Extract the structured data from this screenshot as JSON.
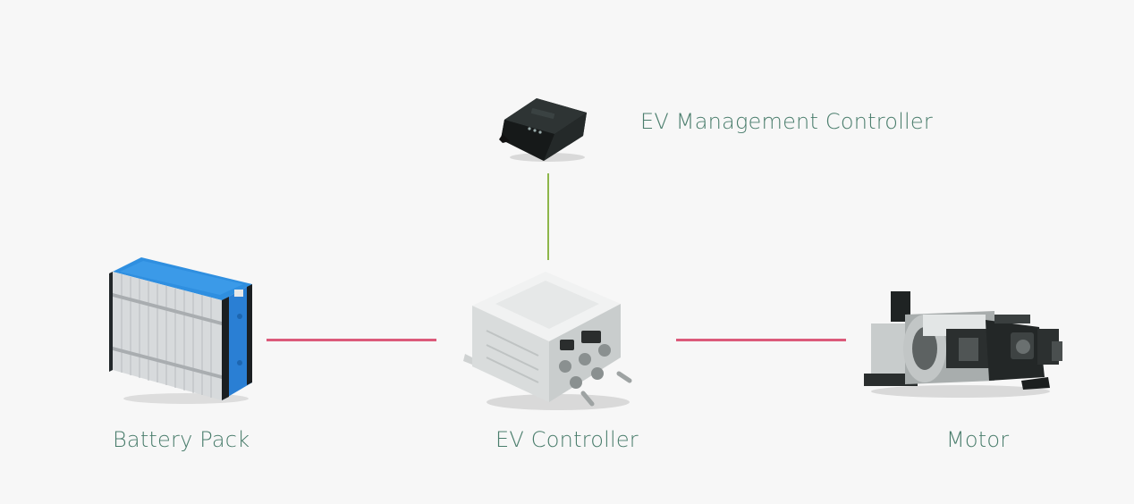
{
  "components": {
    "management_controller": {
      "label": "EV Management Controller",
      "icon": "ecu-module-icon"
    },
    "battery": {
      "label": "Battery Pack",
      "icon": "battery-pack-icon"
    },
    "controller": {
      "label": "EV Controller",
      "icon": "motor-controller-icon"
    },
    "motor": {
      "label": "Motor",
      "icon": "electric-motor-icon"
    }
  },
  "colors": {
    "label_text": "#4a7d6c",
    "power_link": "#dc5a7a",
    "signal_link": "#8db64a",
    "background": "#f7f7f7"
  }
}
